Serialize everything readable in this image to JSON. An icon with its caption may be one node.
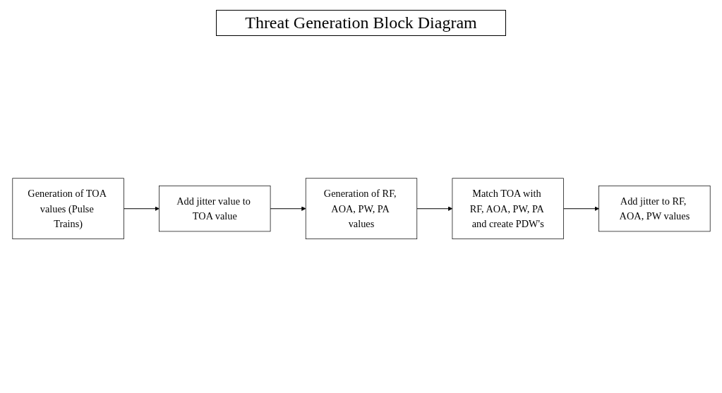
{
  "diagram": {
    "title": "Threat Generation Block Diagram",
    "nodes": [
      {
        "text": [
          "Generation of TOA values (Pulse Trains)"
        ]
      },
      {
        "text": [
          "Add jitter value to TOA value"
        ]
      },
      {
        "text": [
          "Generation of RF, AOA, PW, PA values"
        ]
      },
      {
        "text": [
          "Match TOA with RF, AOA, PW, PA and create PDW's"
        ]
      },
      {
        "text": [
          "Add jitter to RF, AOA, PW values"
        ]
      }
    ],
    "edges": [
      {
        "from": 0,
        "to": 1,
        "arrow": "to"
      },
      {
        "from": 1,
        "to": 2,
        "arrow": "to"
      },
      {
        "from": 2,
        "to": 3,
        "arrow": "to"
      },
      {
        "from": 3,
        "to": 4,
        "arrow": "to"
      }
    ]
  }
}
